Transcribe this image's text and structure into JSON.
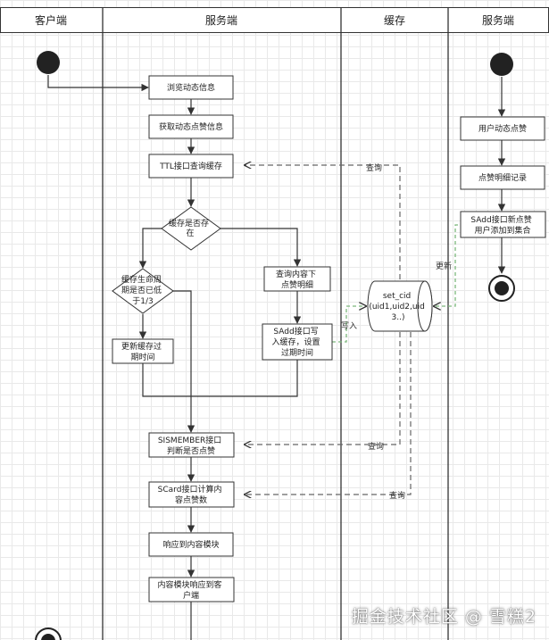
{
  "lanes": {
    "client": "客户端",
    "server": "服务端",
    "cache": "缓存",
    "server2": "服务端"
  },
  "nodes": {
    "browse": "浏览动态信息",
    "get_likes": "获取动态点赞信息",
    "ttl_query": "TTL接口查询缓存",
    "cache_exists": [
      "缓存是否存",
      "在"
    ],
    "ttl_check": [
      "缓存生命周",
      "期是否已低",
      "于1/3"
    ],
    "refresh_expire": [
      "更新缓存过",
      "期时间"
    ],
    "query_detail": [
      "查询内容下",
      "点赞明细"
    ],
    "sadd_write": [
      "SAdd接口写",
      "入缓存，设置",
      "过期时间"
    ],
    "sismember": [
      "SISMEMBER接口",
      "判断是否点赞"
    ],
    "scard": [
      "SCard接口计算内",
      "容点赞数"
    ],
    "respond": "响应到内容模块",
    "respond_client": [
      "内容模块响应到客",
      "户端"
    ],
    "user_like": "用户动态点赞",
    "like_record": "点赞明细记录",
    "sadd_add": [
      "SAdd接口新点赞",
      "用户添加到集合"
    ],
    "cache_store": [
      "set_cid",
      "(uid1,uid2,uid",
      "3..)"
    ]
  },
  "edge_labels": {
    "query1": "查询",
    "write": "写入",
    "update": "更新",
    "query2": "查询",
    "query3": "查询"
  },
  "watermark": "掘金技术社区 @ 雪糕2",
  "colors": {
    "line": "#333333",
    "dashed": "#666666",
    "green_dashed": "#7cb87c",
    "box_stroke": "#333333"
  }
}
